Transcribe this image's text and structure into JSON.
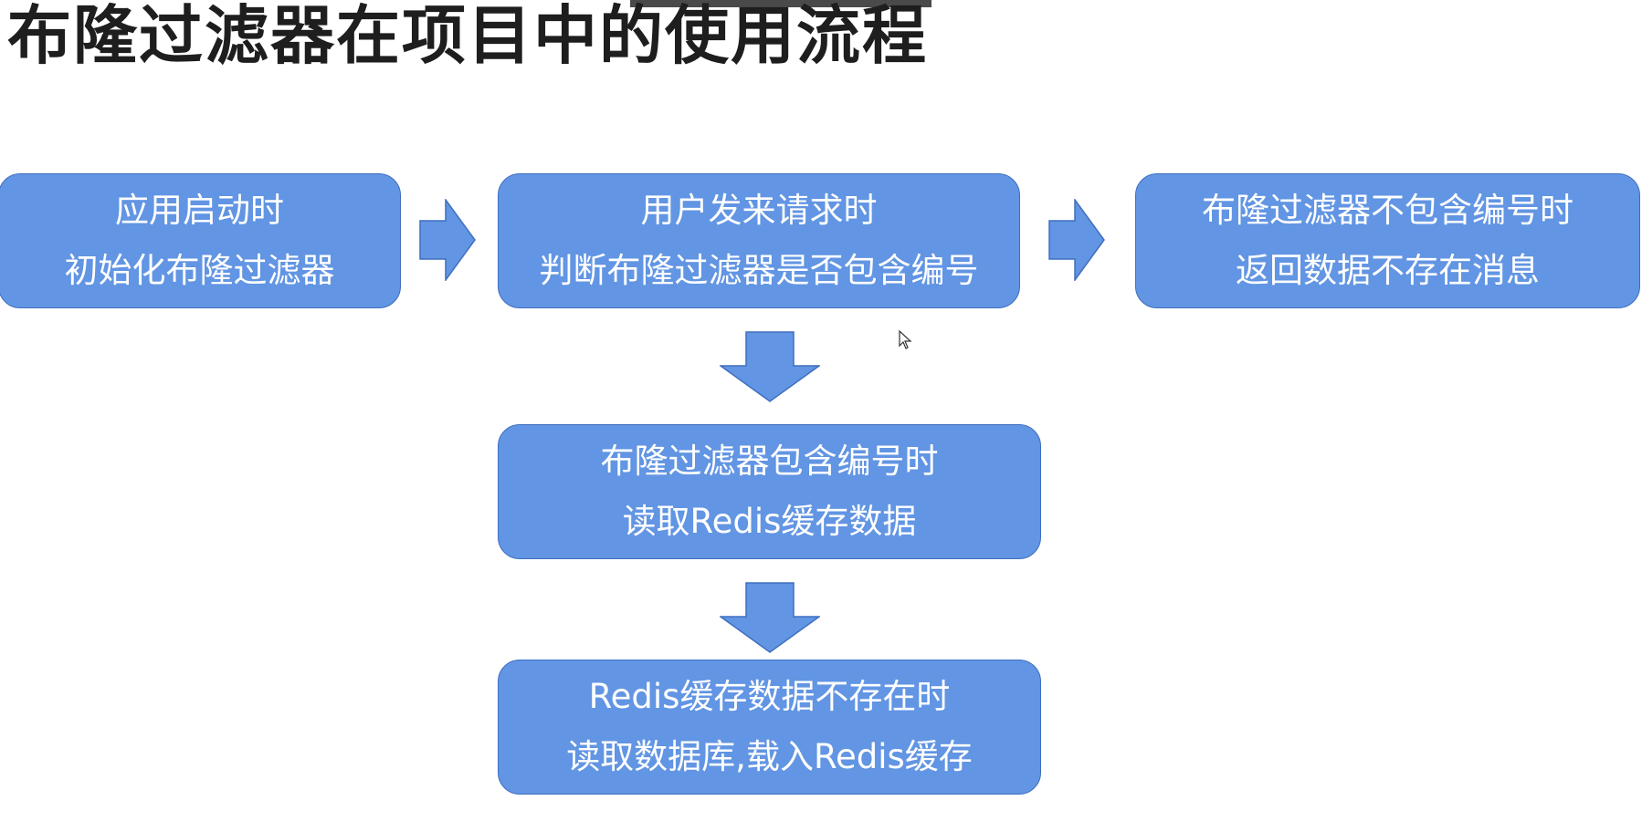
{
  "title": "布隆过滤器在项目中的使用流程",
  "colors": {
    "box_fill": "#6295e3",
    "box_border": "#3f6fbf",
    "arrow_fill": "#6295e3",
    "text": "#ffffff",
    "title": "#1e1e1e"
  },
  "steps": {
    "start": {
      "line1": "应用启动时",
      "line2": "初始化布隆过滤器"
    },
    "request": {
      "line1": "用户发来请求时",
      "line2": "判断布隆过滤器是否包含编号"
    },
    "miss": {
      "line1": "布隆过滤器不包含编号时",
      "line2": "返回数据不存在消息"
    },
    "hit": {
      "line1": "布隆过滤器包含编号时",
      "line2": "读取Redis缓存数据"
    },
    "db": {
      "line1": "Redis缓存数据不存在时",
      "line2": "读取数据库,载入Redis缓存"
    }
  },
  "icons": {
    "arrow_right": "arrow-right-icon",
    "arrow_down": "arrow-down-icon",
    "cursor": "mouse-cursor-icon"
  }
}
